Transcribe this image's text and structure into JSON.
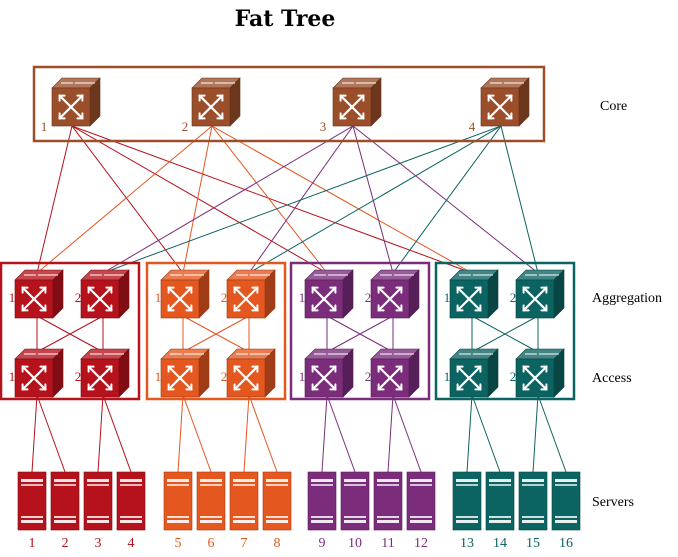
{
  "title": "Fat Tree",
  "layer_labels": {
    "core": "Core",
    "aggregation": "Aggregation",
    "access": "Access",
    "servers": "Servers"
  },
  "colors": {
    "core": "#9a4f2a",
    "pods": [
      "#b5121b",
      "#e4571f",
      "#7b2d7c",
      "#0c6462"
    ]
  },
  "core_switches": [
    {
      "label": "1"
    },
    {
      "label": "2"
    },
    {
      "label": "3"
    },
    {
      "label": "4"
    }
  ],
  "pods": [
    {
      "agg_labels": [
        "1",
        "2"
      ],
      "acc_labels": [
        "1",
        "2"
      ],
      "servers": [
        "1",
        "2",
        "3",
        "4"
      ]
    },
    {
      "agg_labels": [
        "1",
        "2"
      ],
      "acc_labels": [
        "1",
        "2"
      ],
      "servers": [
        "5",
        "6",
        "7",
        "8"
      ]
    },
    {
      "agg_labels": [
        "1",
        "2"
      ],
      "acc_labels": [
        "1",
        "2"
      ],
      "servers": [
        "9",
        "10",
        "11",
        "12"
      ]
    },
    {
      "agg_labels": [
        "1",
        "2"
      ],
      "acc_labels": [
        "1",
        "2"
      ],
      "servers": [
        "13",
        "14",
        "15",
        "16"
      ]
    }
  ],
  "icons": {
    "switch": "switch-icon",
    "server": "server-icon"
  }
}
